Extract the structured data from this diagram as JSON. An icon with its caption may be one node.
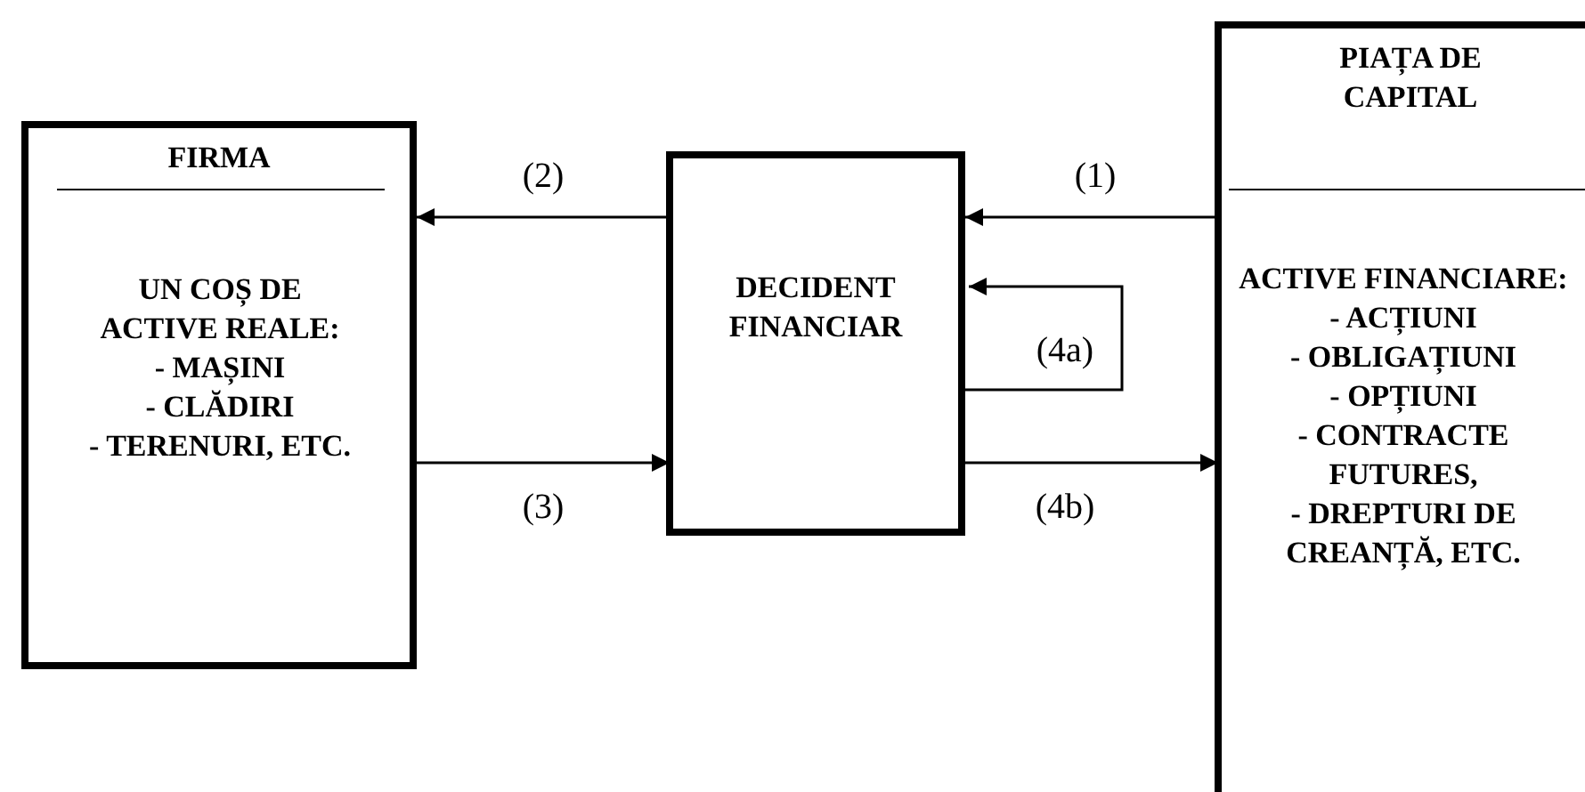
{
  "diagram": {
    "nodes": [
      {
        "text": [
          "FIRMA",
          "UN COȘ DE ACTIVE REALE:",
          "- MAȘINI",
          "- CLĂDIRI",
          "- TERENURI, ETC."
        ]
      },
      {
        "text": [
          "DECIDENT FINANCIAR"
        ]
      },
      {
        "text": [
          "PIAȚA DE CAPITAL",
          "ACTIVE FINANCIARE:",
          "- ACȚIUNI",
          "- OBLIGAȚIUNI",
          "- OPȚIUNI",
          "- CONTRACTE FUTURES,",
          "- DREPTURI DE CREANȚĂ, ETC."
        ]
      }
    ],
    "edges": [
      {
        "from": 2,
        "to": 1,
        "arrow": "to",
        "label": "(1)"
      },
      {
        "from": 1,
        "to": 0,
        "arrow": "to",
        "label": "(2)"
      },
      {
        "from": 0,
        "to": 1,
        "arrow": "to",
        "label": "(3)"
      },
      {
        "from": 1,
        "to": 1,
        "arrow": "to",
        "label": "(4a)"
      },
      {
        "from": 1,
        "to": 2,
        "arrow": "to",
        "label": "(4b)"
      }
    ]
  }
}
